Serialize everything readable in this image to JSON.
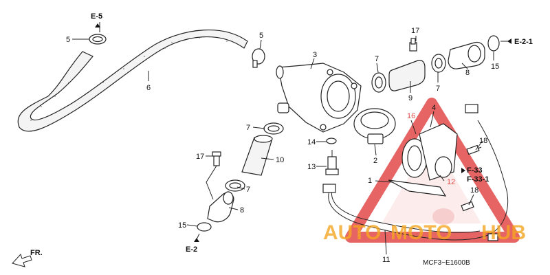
{
  "callouts": {
    "p1": "1",
    "p2": "2",
    "p3": "3",
    "p4": "4",
    "p5a": "5",
    "p5b": "5",
    "p6": "6",
    "p7a": "7",
    "p7b": "7",
    "p7c": "7",
    "p7d": "7",
    "p8a": "8",
    "p8b": "8",
    "p9": "9",
    "p10": "10",
    "p11": "11",
    "p12": "12",
    "p13": "13",
    "p14": "14",
    "p15a": "15",
    "p15b": "15",
    "p16": "16",
    "p17a": "17",
    "p17b": "17",
    "p18a": "18",
    "p18b": "18"
  },
  "references": {
    "e5": "E-5",
    "e21": "E-2-1",
    "e2": "E-2",
    "f33": "F-33",
    "f331": "F-33-1"
  },
  "front_label": "FR.",
  "diagram_code": "MCF3−E1600B",
  "watermark": {
    "text_left": "AUTO",
    "text_mid": "MOTO",
    "text_right": "HUB",
    "color_red": "#e24a4a",
    "color_orange": "#f5a623"
  }
}
